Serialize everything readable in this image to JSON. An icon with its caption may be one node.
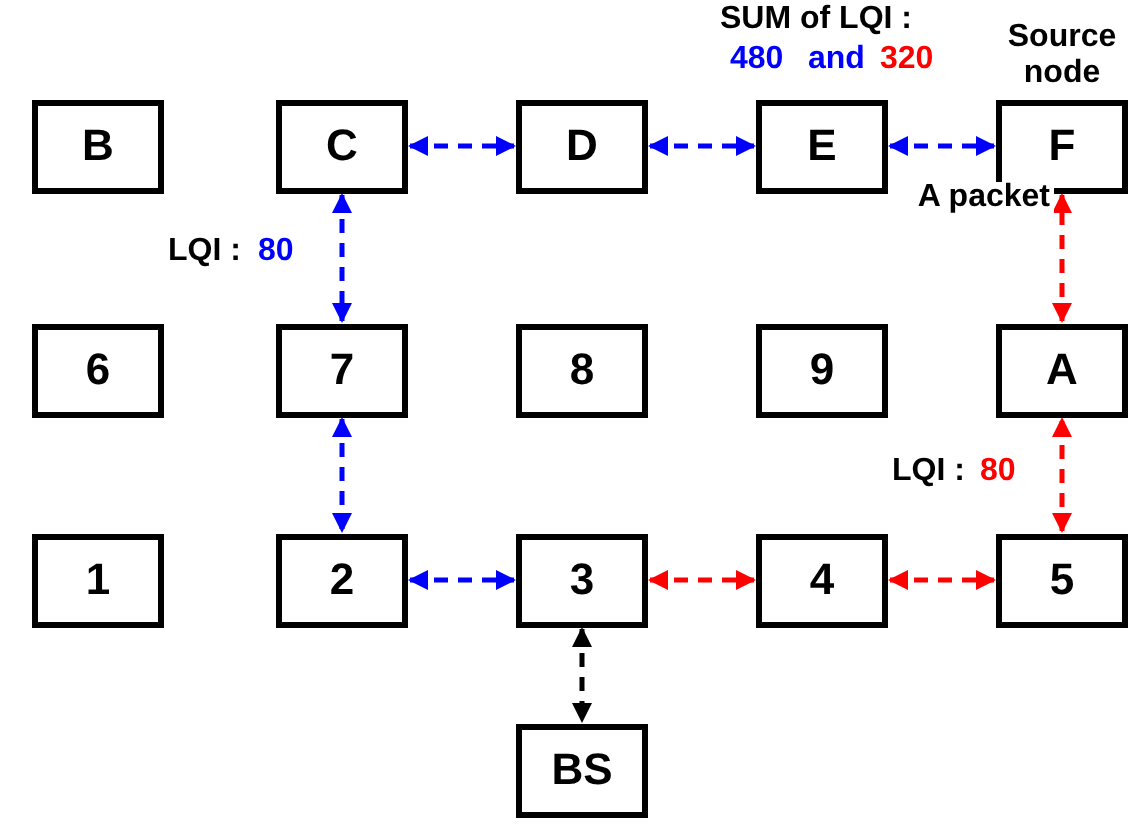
{
  "diagram": {
    "nodes": [
      {
        "text": [
          "B"
        ]
      },
      {
        "text": [
          "C"
        ]
      },
      {
        "text": [
          "D"
        ]
      },
      {
        "text": [
          "E"
        ]
      },
      {
        "text": [
          "F"
        ],
        "beside": [
          "Source node"
        ]
      },
      {
        "text": [
          "6"
        ]
      },
      {
        "text": [
          "7"
        ]
      },
      {
        "text": [
          "8"
        ]
      },
      {
        "text": [
          "9"
        ]
      },
      {
        "text": [
          "A"
        ]
      },
      {
        "text": [
          "1"
        ]
      },
      {
        "text": [
          "2"
        ]
      },
      {
        "text": [
          "3"
        ]
      },
      {
        "text": [
          "4"
        ]
      },
      {
        "text": [
          "5"
        ]
      },
      {
        "text": [
          "BS"
        ]
      }
    ],
    "edges": [
      {
        "from": 1,
        "to": 2,
        "arrow": "both",
        "style": "dashed"
      },
      {
        "from": 2,
        "to": 3,
        "arrow": "both",
        "style": "dashed"
      },
      {
        "from": 3,
        "to": 4,
        "arrow": "both",
        "style": "dashed"
      },
      {
        "from": 1,
        "to": 6,
        "arrow": "both",
        "style": "dashed"
      },
      {
        "from": 6,
        "to": 11,
        "arrow": "both",
        "style": "dashed"
      },
      {
        "from": 11,
        "to": 12,
        "arrow": "both",
        "style": "dashed"
      },
      {
        "from": 12,
        "to": 13,
        "arrow": "both",
        "style": "dashed",
        "color": "#ff0000"
      },
      {
        "from": 13,
        "to": 14,
        "arrow": "both",
        "style": "dashed",
        "color": "#ff0000"
      },
      {
        "from": 14,
        "to": 9,
        "arrow": "both",
        "style": "dashed",
        "color": "#ff0000"
      },
      {
        "from": 9,
        "to": 4,
        "arrow": "both",
        "style": "dashed",
        "color": "#ff0000",
        "label": "A packet"
      },
      {
        "from": 12,
        "to": 15,
        "arrow": "both",
        "style": "dashed",
        "color": "#000000"
      }
    ],
    "labels": [
      "SUM of LQI :",
      "480",
      "and",
      "320",
      "LQI :",
      "80",
      "LQI :",
      "80"
    ]
  }
}
